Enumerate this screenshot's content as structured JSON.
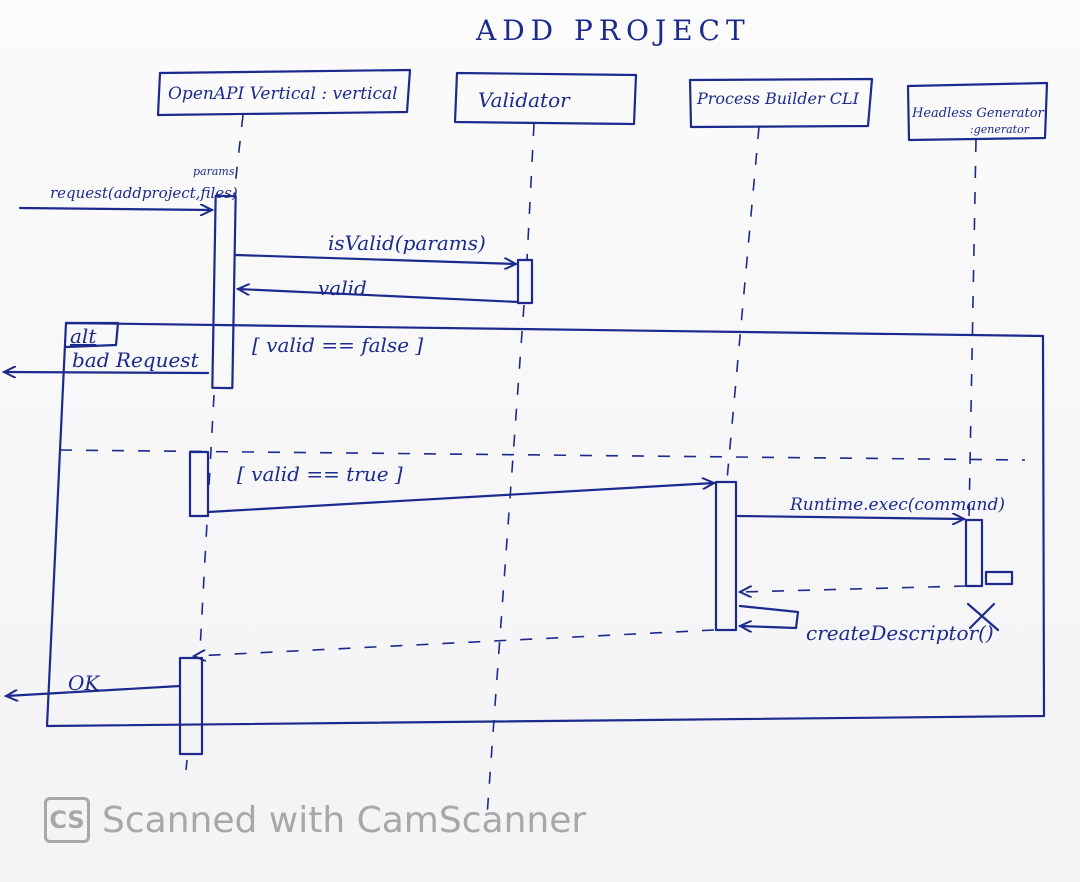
{
  "title": "ADD PROJECT",
  "participants": [
    {
      "id": "openapi",
      "label": "OpenAPI Vertical : vertical"
    },
    {
      "id": "validator",
      "label": "Validator"
    },
    {
      "id": "pbcli",
      "label": "Process Builder CLI"
    },
    {
      "id": "headless",
      "label": "Headless Generator",
      "sublabel": ":generator"
    }
  ],
  "messages": {
    "request": "request(addproject,files)",
    "request_note": "params",
    "is_valid": "isValid(params)",
    "valid": "valid",
    "bad_request": "bad Request",
    "runtime_exec": "Runtime.exec(command)",
    "create_descriptor": "createDescriptor()",
    "ok": "OK"
  },
  "fragment": {
    "operator": "alt",
    "guard_false": "[ valid == false ]",
    "guard_true": "[ valid == true ]"
  },
  "watermark": {
    "icon": "CS",
    "text": "Scanned with CamScanner"
  },
  "colors": {
    "ink": "#1b2a8c",
    "watermark": "#a8a8ab"
  }
}
